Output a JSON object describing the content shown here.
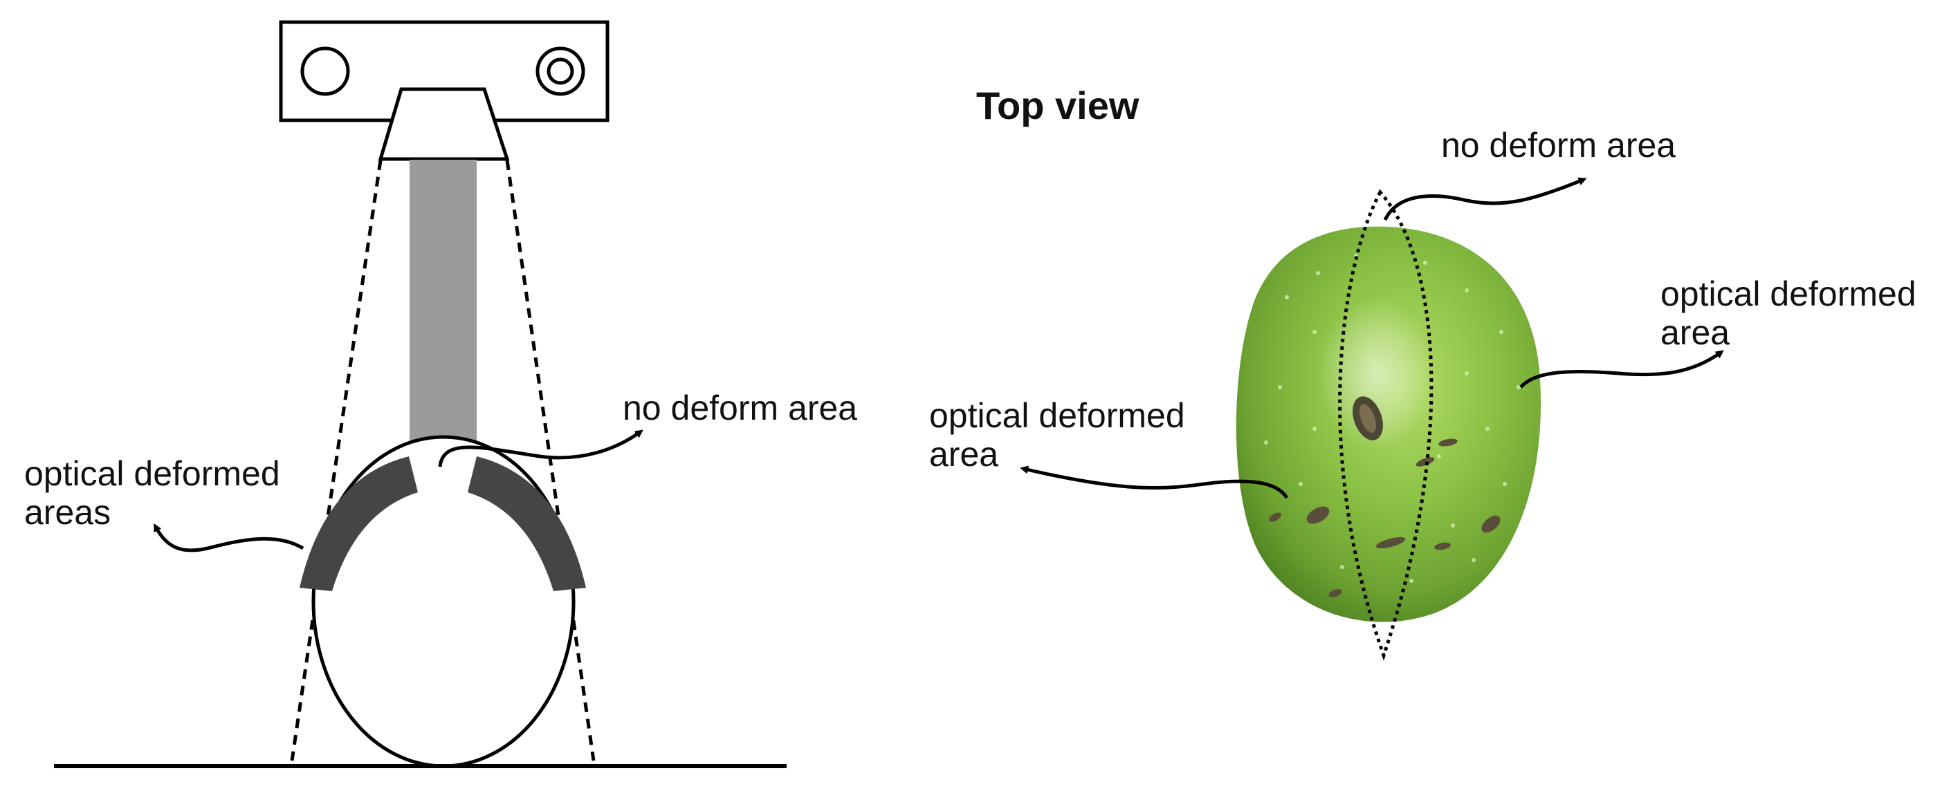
{
  "left_panel": {
    "labels": {
      "no_deform": "no deform area",
      "optical_line1": "optical deformed",
      "optical_line2": "areas"
    }
  },
  "right_panel": {
    "title": "Top view",
    "labels": {
      "no_deform": "no deform area",
      "optical_left_line1": "optical deformed",
      "optical_left_line2": "area",
      "optical_right_line1": "optical deformed",
      "optical_right_line2": "area"
    }
  },
  "colors": {
    "outline": "#000000",
    "beam": "#9b9b9b",
    "deformed_band": "#454545",
    "olive_light": "#a9d35a",
    "olive_mid": "#7cb33a",
    "olive_dark": "#4a7f1e",
    "speck": "#5a4e3a"
  }
}
